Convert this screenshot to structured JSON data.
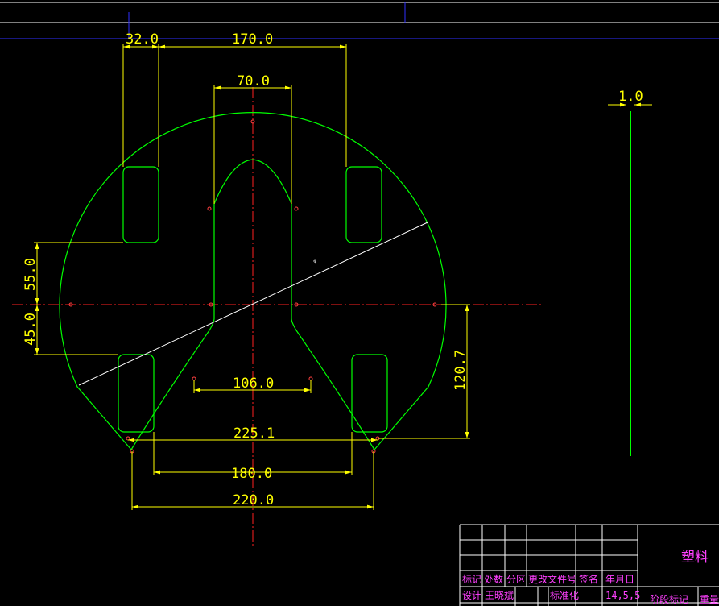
{
  "dimensions": {
    "d32": "32.0",
    "d170": "170.0",
    "d70": "70.0",
    "d1": "1.0",
    "d55": "55.0",
    "d45": "45.0",
    "d106": "106.0",
    "d120": "120.7",
    "d225": "225.1",
    "d180": "180.0",
    "d220": "220.0"
  },
  "title_block": {
    "material": "塑料",
    "header": [
      "标记",
      "处数",
      "分区",
      "更改文件号",
      "签名",
      "年月日"
    ],
    "design_label": "设计",
    "designer": "王晓斌",
    "standardize_label": "标准化",
    "date": "14,5,5",
    "stage_label": "阶段标记",
    "weight_label": "重量"
  },
  "colors": {
    "outline": "#00ff00",
    "dimension": "#ffff00",
    "centerline": "#ff0000",
    "titleblock_text": "#ff40ff",
    "border": "#ffffff"
  }
}
